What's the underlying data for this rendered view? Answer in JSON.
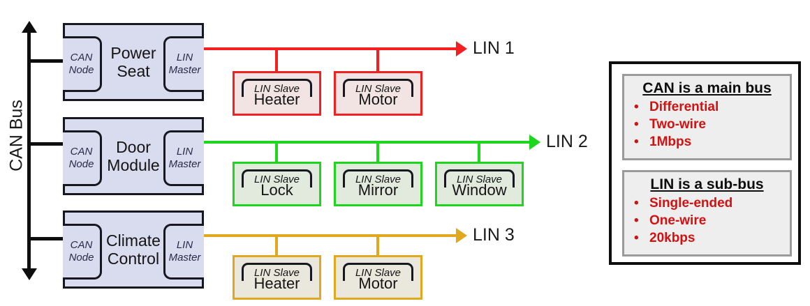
{
  "diagram": {
    "bus_label": "CAN Bus",
    "modules": [
      {
        "id": "power-seat",
        "title": "Power\nSeat",
        "can_node_label": "CAN\nNode",
        "lin_master_label": "LIN\nMaster"
      },
      {
        "id": "door-module",
        "title": "Door\nModule",
        "can_node_label": "CAN\nNode",
        "lin_master_label": "LIN\nMaster"
      },
      {
        "id": "climate-control",
        "title": "Climate\nControl",
        "can_node_label": "CAN\nNode",
        "lin_master_label": "LIN\nMaster"
      }
    ],
    "lin_buses": [
      {
        "id": "lin-1",
        "label": "LIN 1",
        "color": "#f42020",
        "slave_fill": "#f1e4e3",
        "slaves": [
          {
            "tag": "LIN Slave",
            "name": "Heater"
          },
          {
            "tag": "LIN Slave",
            "name": "Motor"
          }
        ]
      },
      {
        "id": "lin-2",
        "label": "LIN 2",
        "color": "#1fd61f",
        "slave_fill": "#e2eade",
        "slaves": [
          {
            "tag": "LIN Slave",
            "name": "Lock"
          },
          {
            "tag": "LIN Slave",
            "name": "Mirror"
          },
          {
            "tag": "LIN Slave",
            "name": "Window"
          }
        ]
      },
      {
        "id": "lin-3",
        "label": "LIN 3",
        "color": "#e0a81e",
        "slave_fill": "#eae7dd",
        "slaves": [
          {
            "tag": "LIN Slave",
            "name": "Heater"
          },
          {
            "tag": "LIN Slave",
            "name": "Motor"
          }
        ]
      }
    ]
  },
  "legend": {
    "cards": [
      {
        "id": "can-card",
        "heading": "CAN is a main bus",
        "bullet": "•",
        "items": [
          "Differential",
          "Two-wire",
          "1Mbps"
        ]
      },
      {
        "id": "lin-card",
        "heading": "LIN is a sub-bus",
        "bullet": "•",
        "items": [
          "Single-ended",
          "One-wire",
          "20kbps"
        ]
      }
    ]
  },
  "colors": {
    "module_fill": "#d9dbee",
    "outline": "#17171f",
    "legend_text": "#d31111",
    "can_red": "#f42020",
    "lin_green": "#1fd61f",
    "lin_gold": "#e0a81e"
  }
}
